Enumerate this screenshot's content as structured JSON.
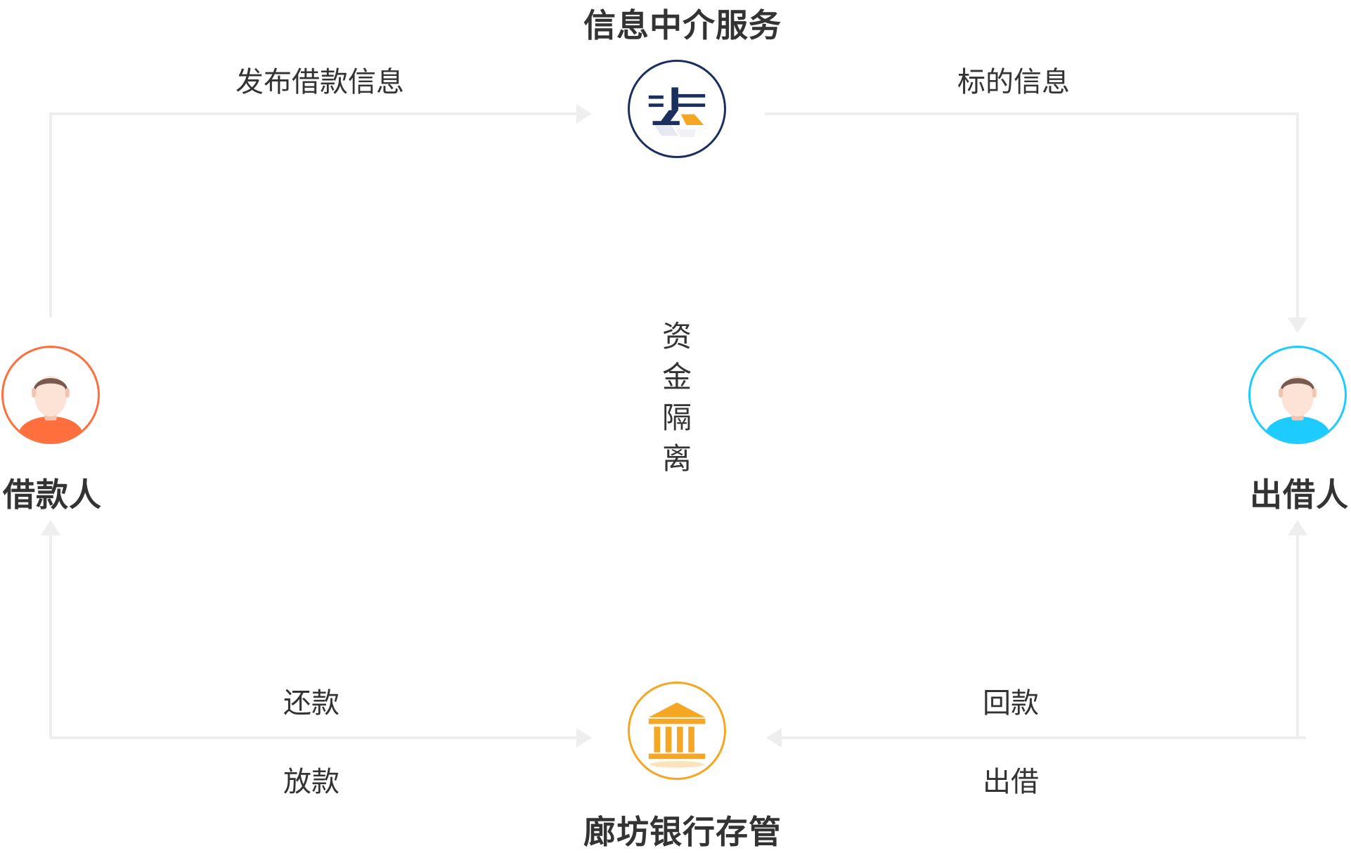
{
  "nodes": {
    "info_service": {
      "title": "信息中介服务"
    },
    "borrower": {
      "title": "借款人"
    },
    "lender": {
      "title": "出借人"
    },
    "bank": {
      "title": "廊坊银行存管"
    }
  },
  "edges": {
    "publish": "发布借款信息",
    "target_info": "标的信息",
    "repay": "还款",
    "disburse": "放款",
    "return": "回款",
    "lend": "出借"
  },
  "center_label": "资金隔离",
  "colors": {
    "line": "#eeeeee",
    "borrower_accent": "#ff6f3d",
    "lender_accent": "#1ecbff",
    "bank_accent": "#f5a623",
    "logo_navy": "#1b2f5e",
    "logo_orange": "#f5a623",
    "text": "#333333"
  },
  "icons": {
    "info_service": "platform-logo-icon",
    "borrower": "person-avatar-icon",
    "lender": "person-avatar-icon",
    "bank": "bank-building-icon"
  }
}
